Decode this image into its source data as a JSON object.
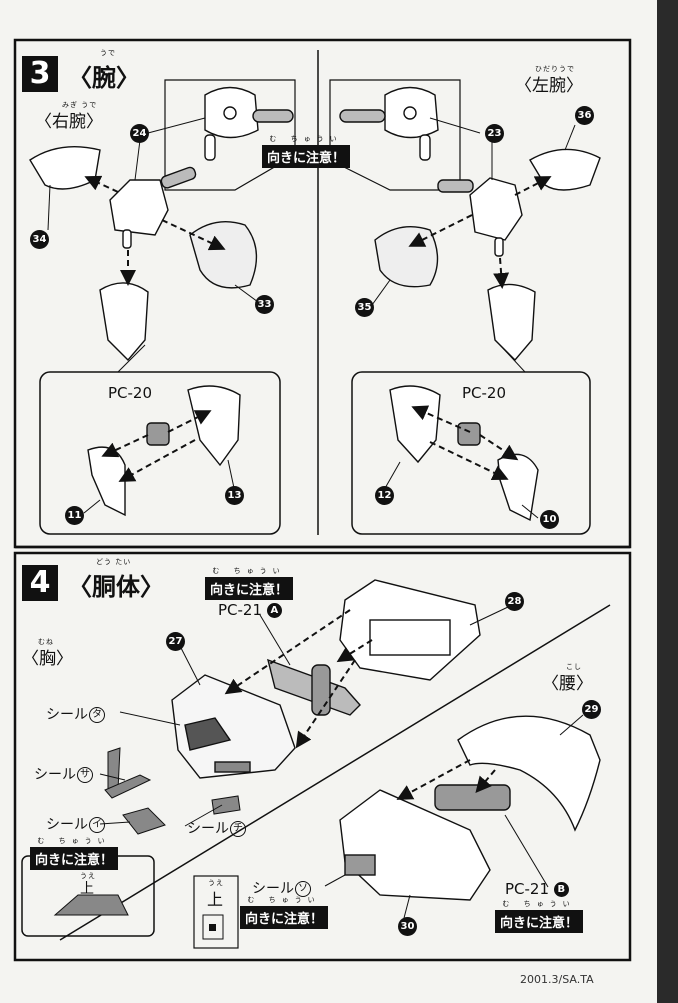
{
  "section3": {
    "number": "3",
    "title": "〈腕〉",
    "title_ruby": "うで",
    "right_arm": {
      "label": "〈右腕〉",
      "ruby": "みぎ うで"
    },
    "left_arm": {
      "label": "〈左腕〉",
      "ruby": "ひだりうで"
    },
    "warning": {
      "text": "向きに注意！",
      "ruby": "む ちゅうい"
    },
    "pc_part": "PC-20",
    "parts": [
      "24",
      "23",
      "36",
      "34",
      "33",
      "35",
      "11",
      "13",
      "12",
      "10"
    ]
  },
  "section4": {
    "number": "4",
    "title": "〈胴体〉",
    "title_ruby": "どう たい",
    "chest": {
      "label": "〈胸〉",
      "ruby": "むね"
    },
    "waist": {
      "label": "〈腰〉",
      "ruby": "こし"
    },
    "warning": {
      "text": "向きに注意！",
      "ruby": "む ちゅうい"
    },
    "pc21a": {
      "text": "PC-21",
      "badge": "A"
    },
    "pc21b": {
      "text": "PC-21",
      "badge": "B"
    },
    "seals": {
      "label": "シール",
      "ta": "タ",
      "sa": "サ",
      "i": "イ",
      "chi": "チ",
      "so": "ソ"
    },
    "up": {
      "text": "上",
      "ruby": "うえ"
    },
    "parts": [
      "27",
      "28",
      "29",
      "30"
    ]
  },
  "footer": "2001.3/SA.TA"
}
